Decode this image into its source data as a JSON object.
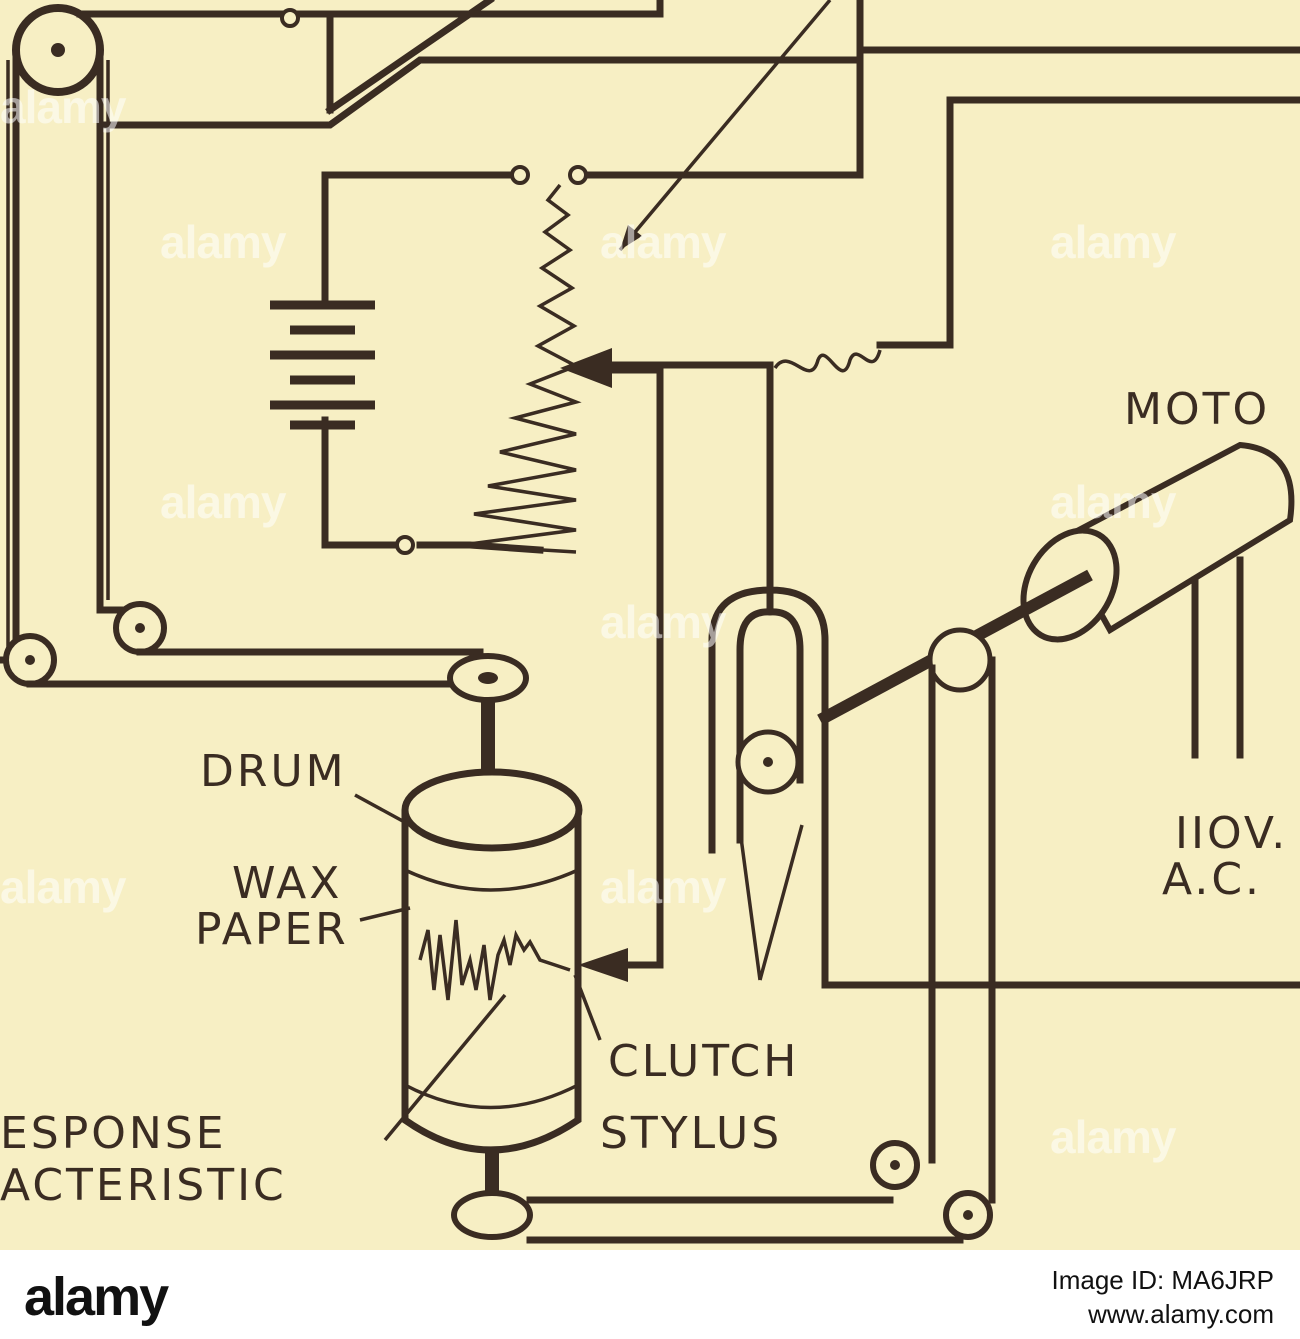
{
  "labels": {
    "drum": "DRUM",
    "wax_paper_line1": "WAX",
    "wax_paper_line2": "PAPER",
    "response_line1": "ESPONSE",
    "response_line2": "ACTERISTIC",
    "clutch": "CLUTCH",
    "stylus": "STYLUS",
    "motor": "MOTO",
    "voltage_line1": "IIOV.",
    "voltage_line2": "A.C."
  },
  "watermark": "alamy",
  "footer": {
    "logo": "alamy",
    "image_id_label": "Image ID: MA6JRP",
    "site": "www.alamy.com"
  },
  "colors": {
    "paper": "#f7efc4",
    "ink": "#3a2c22",
    "footer_bg": "#ffffff"
  }
}
